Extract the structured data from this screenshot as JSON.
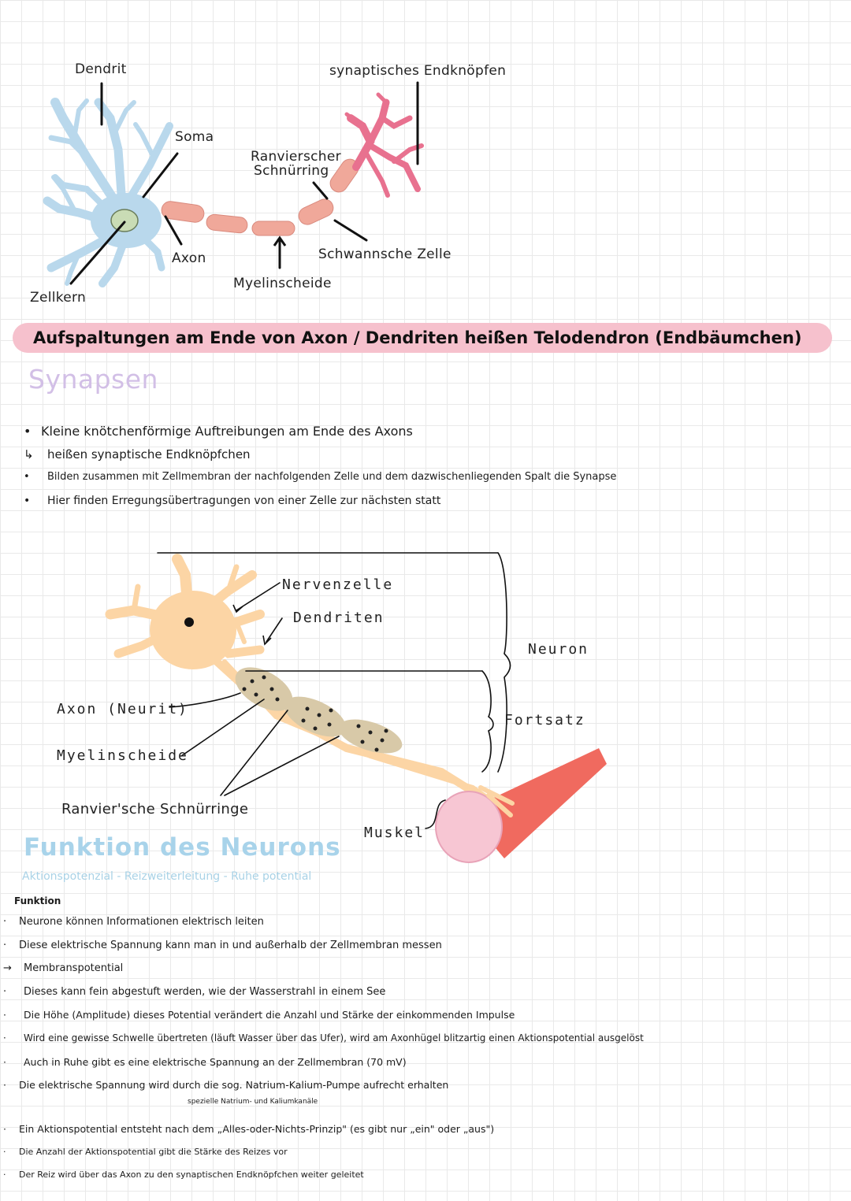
{
  "diagram1": {
    "labels": {
      "dendrit": "Dendrit",
      "soma": "Soma",
      "endknopfen": "synaptisches Endknöpfen",
      "ranvier": [
        "Ranvierscher",
        "Schnürring"
      ],
      "axon": "Axon",
      "schwann": "Schwannsche Zelle",
      "myelin": "Myelinscheide",
      "zellkern": "Zellkern"
    },
    "colors": {
      "neuron": "#b9d8ec",
      "nucleus": "#c9dcb5",
      "myelin": "#f0a89a",
      "terminal": "#e8718f"
    }
  },
  "banner": "Aufspaltungen am Ende von Axon / Dendriten heißen Telodendron (Endbäumchen)",
  "synapsen": {
    "title": "Synapsen",
    "items": [
      {
        "marker": "•",
        "text": "Kleine knötchenförmige Auftreibungen am Ende des Axons"
      },
      {
        "marker": "↳",
        "text": "heißen synaptische Endknöpfchen"
      },
      {
        "marker": "•",
        "text": "Bilden zusammen mit Zellmembran der nachfolgenden Zelle und dem dazwischenliegenden Spalt die Synapse"
      },
      {
        "marker": "•",
        "text": "Hier finden Erregungsübertragungen von einer Zelle zur nächsten statt"
      }
    ]
  },
  "diagram2": {
    "labels": {
      "nervenzelle": "Nervenzelle",
      "dendriten": "Dendriten",
      "neuron": "Neuron",
      "fortsatz": "Fortsatz",
      "axon": "Axon (Neurit)",
      "myelin": "Myelinscheide",
      "ranvier": "Ranvier'sche Schnürringe",
      "muskel": "Muskel"
    },
    "colors": {
      "cell": "#fcd5a5",
      "myelin": "#d8c9a8",
      "muscle": "#f06a5f",
      "muscle_end": "#f7c6d3"
    }
  },
  "funktion": {
    "title": "Funktion des Neurons",
    "subtitle": "Aktionspotenzial - Reizweiterleitung - Ruhe potential",
    "heading": "Funktion",
    "items": [
      {
        "marker": "·",
        "text": "Neurone können Informationen elektrisch leiten"
      },
      {
        "marker": "·",
        "text": "Diese elektrische Spannung kann man in und außerhalb der Zellmembran messen"
      },
      {
        "marker": "→",
        "text": "Membranspotential"
      },
      {
        "marker": "·",
        "text": "Dieses kann fein abgestuft werden, wie der Wasserstrahl in einem See"
      },
      {
        "marker": "·",
        "text": "Die Höhe (Amplitude) dieses Potential verändert die Anzahl und Stärke der einkommenden Impulse"
      },
      {
        "marker": "·",
        "text": "Wird eine gewisse Schwelle übertreten (läuft Wasser über das Ufer), wird am Axonhügel blitzartig einen Aktionspotential ausgelöst"
      },
      {
        "marker": "·",
        "text": "Auch in Ruhe gibt es eine elektrische Spannung an der Zellmembran (70 mV)"
      },
      {
        "marker": "·",
        "text": "Die elektrische Spannung wird durch die sog. Natrium-Kalium-Pumpe aufrecht erhalten"
      },
      {
        "marker": "",
        "text": "spezielle Natrium- und Kaliumkanäle"
      },
      {
        "marker": "·",
        "text": "Ein Aktionspotential entsteht nach dem „Alles-oder-Nichts-Prinzip\" (es gibt nur „ein\" oder „aus\")"
      },
      {
        "marker": "·",
        "text": "Die Anzahl der Aktionspotential gibt die Stärke des Reizes vor"
      },
      {
        "marker": "·",
        "text": "Der Reiz wird über das Axon zu den synaptischen Endknöpfchen weiter geleitet"
      }
    ]
  }
}
